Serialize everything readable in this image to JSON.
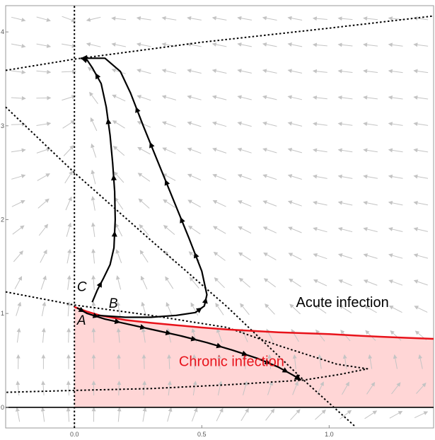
{
  "chart_data": {
    "type": "line",
    "title": "",
    "xlabel": "",
    "ylabel": "",
    "xlim": [
      -0.27,
      1.41
    ],
    "ylim": [
      -0.22,
      4.28
    ],
    "x_ticks": [
      {
        "value": 0.0,
        "label": "0.0"
      },
      {
        "value": 0.5,
        "label": "0.5"
      },
      {
        "value": 1.0,
        "label": "1.0"
      }
    ],
    "y_ticks": [
      {
        "value": 0,
        "label": "0"
      },
      {
        "value": 1,
        "label": "1"
      },
      {
        "value": 2,
        "label": "2"
      },
      {
        "value": 3,
        "label": "3"
      },
      {
        "value": 4,
        "label": "4"
      }
    ],
    "colors": {
      "region_fill": "#ffd6d6",
      "boundary": "#e8131b",
      "trajectory": "#000000",
      "nullcline": "#000000",
      "vector_field": "#c4c4c4",
      "region_label_chronic": "#e8131b",
      "region_label_acute": "#000000"
    },
    "region": {
      "name": "Chronic infection",
      "x_from": 0.0,
      "x_to": 1.41,
      "upper_boundary": [
        [
          0.0,
          1.07
        ],
        [
          0.05,
          1.02
        ],
        [
          0.1,
          0.98
        ],
        [
          0.2,
          0.93
        ],
        [
          0.3,
          0.9
        ],
        [
          0.4,
          0.875
        ],
        [
          0.5,
          0.85
        ],
        [
          0.6,
          0.83
        ],
        [
          0.7,
          0.815
        ],
        [
          0.8,
          0.8
        ],
        [
          0.9,
          0.79
        ],
        [
          1.0,
          0.78
        ],
        [
          1.1,
          0.765
        ],
        [
          1.2,
          0.752
        ],
        [
          1.3,
          0.741
        ],
        [
          1.41,
          0.73
        ]
      ]
    },
    "nullclines": [
      {
        "points": [
          [
            -0.27,
            3.59
          ],
          [
            0.0,
            3.71
          ],
          [
            0.5,
            3.89
          ],
          [
            1.0,
            4.04
          ],
          [
            1.41,
            4.17
          ]
        ]
      },
      {
        "points": [
          [
            -0.27,
            3.2
          ],
          [
            0.0,
            2.5
          ],
          [
            0.3,
            1.78
          ],
          [
            0.6,
            1.07
          ],
          [
            0.9,
            0.29
          ],
          [
            1.1,
            -0.2
          ]
        ]
      },
      {
        "points": [
          [
            -0.27,
            1.23
          ],
          [
            0.0,
            1.09
          ],
          [
            0.3,
            0.98
          ],
          [
            0.6,
            0.85
          ],
          [
            0.8,
            0.66
          ],
          [
            1.03,
            0.46
          ],
          [
            1.15,
            0.41
          ],
          [
            1.04,
            0.35
          ],
          [
            0.9,
            0.29
          ],
          [
            0.6,
            0.24
          ],
          [
            0.3,
            0.2
          ],
          [
            0.0,
            0.18
          ],
          [
            -0.27,
            0.16
          ]
        ]
      },
      {
        "points": [
          [
            0.0,
            -0.22
          ],
          [
            0.0,
            4.28
          ]
        ]
      }
    ],
    "axis_line": {
      "points": [
        [
          -0.27,
          0.0
        ],
        [
          1.41,
          0.0
        ]
      ]
    },
    "trajectories": [
      {
        "points": [
          [
            0.07,
            1.12
          ],
          [
            0.09,
            1.25
          ],
          [
            0.115,
            1.38
          ],
          [
            0.14,
            1.52
          ],
          [
            0.155,
            1.7
          ],
          [
            0.16,
            2.0
          ],
          [
            0.158,
            2.3
          ],
          [
            0.15,
            2.6
          ],
          [
            0.14,
            2.9
          ],
          [
            0.125,
            3.2
          ],
          [
            0.105,
            3.45
          ],
          [
            0.07,
            3.62
          ],
          [
            0.05,
            3.7
          ],
          [
            0.025,
            3.72
          ]
        ],
        "arrows_at": [
          2,
          5,
          7,
          9,
          11
        ]
      },
      {
        "points": [
          [
            0.09,
            0.98
          ],
          [
            0.2,
            0.96
          ],
          [
            0.3,
            0.96
          ],
          [
            0.4,
            0.98
          ],
          [
            0.475,
            1.01
          ],
          [
            0.51,
            1.08
          ],
          [
            0.52,
            1.2
          ],
          [
            0.5,
            1.45
          ],
          [
            0.45,
            1.8
          ],
          [
            0.39,
            2.2
          ],
          [
            0.33,
            2.6
          ],
          [
            0.27,
            3.0
          ],
          [
            0.22,
            3.35
          ],
          [
            0.18,
            3.58
          ],
          [
            0.12,
            3.72
          ],
          [
            0.025,
            3.72
          ]
        ],
        "arrows_at": [
          5,
          6,
          8,
          9,
          10,
          11,
          12
        ]
      },
      {
        "points": [
          [
            0.01,
            1.06
          ],
          [
            0.05,
            1.0
          ],
          [
            0.12,
            0.94
          ],
          [
            0.22,
            0.88
          ],
          [
            0.32,
            0.82
          ],
          [
            0.42,
            0.76
          ],
          [
            0.52,
            0.69
          ],
          [
            0.62,
            0.61
          ],
          [
            0.72,
            0.52
          ],
          [
            0.8,
            0.43
          ],
          [
            0.86,
            0.34
          ],
          [
            0.89,
            0.29
          ]
        ],
        "arrows_at": [
          1,
          2,
          3,
          4,
          5,
          6,
          7,
          8,
          9,
          10
        ]
      }
    ],
    "point_labels": [
      {
        "label": "A",
        "x": 0.01,
        "y": 0.88
      },
      {
        "label": "B",
        "x": 0.135,
        "y": 1.06
      },
      {
        "label": "C",
        "x": 0.01,
        "y": 1.24
      }
    ],
    "region_labels": [
      {
        "text": "Chronic infection",
        "x": 0.41,
        "y": 0.44,
        "color_key": "region_label_chronic"
      },
      {
        "text": "Acute infection",
        "x": 0.87,
        "y": 1.07,
        "color_key": "region_label_acute"
      }
    ]
  }
}
